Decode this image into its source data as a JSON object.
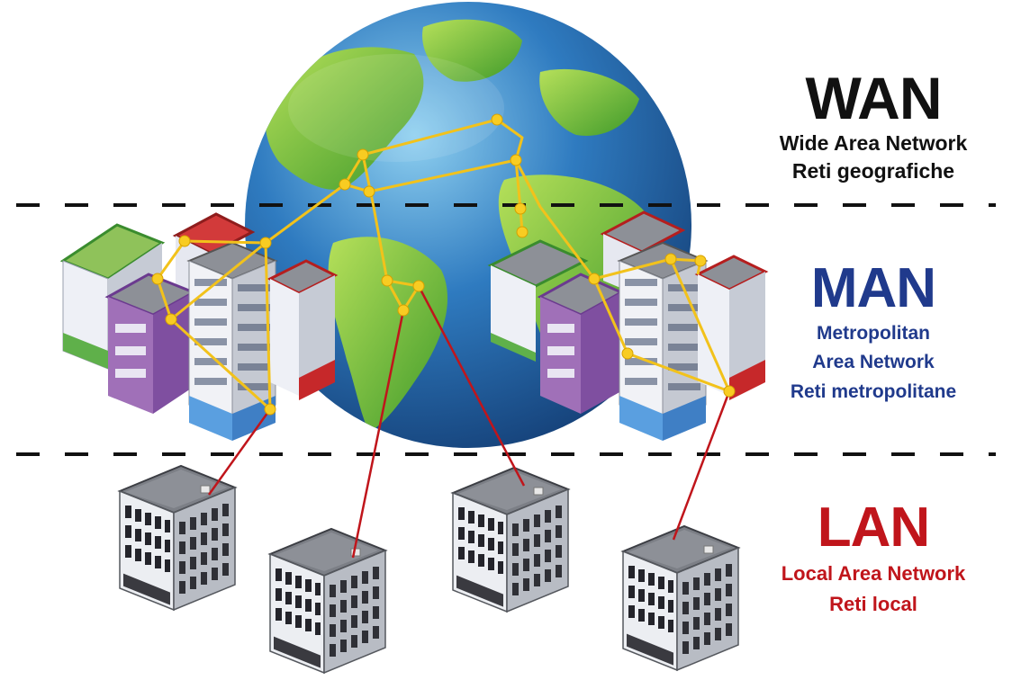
{
  "levels": {
    "wan": {
      "title": "WAN",
      "line1": "Wide Area Network",
      "line2": "Reti geografiche",
      "color": "#111111"
    },
    "man": {
      "title": "MAN",
      "line1": "Metropolitan",
      "line2": "Area Network",
      "line3": "Reti metropolitane",
      "color": "#203a8c"
    },
    "lan": {
      "title": "LAN",
      "line1": "Local Area Network",
      "line2": "Reti local",
      "color": "#c0151b"
    }
  },
  "colors": {
    "ocean": "#2f6fb0",
    "land": "#6fbe3a",
    "wan_link": "#f2c21b",
    "lan_link": "#c0151b",
    "divider": "#111111"
  },
  "icons": {
    "globe": "earth-globe-icon",
    "man_left": "city-cluster-left-icon",
    "man_right": "city-cluster-right-icon",
    "lan": "office-building-icon"
  }
}
